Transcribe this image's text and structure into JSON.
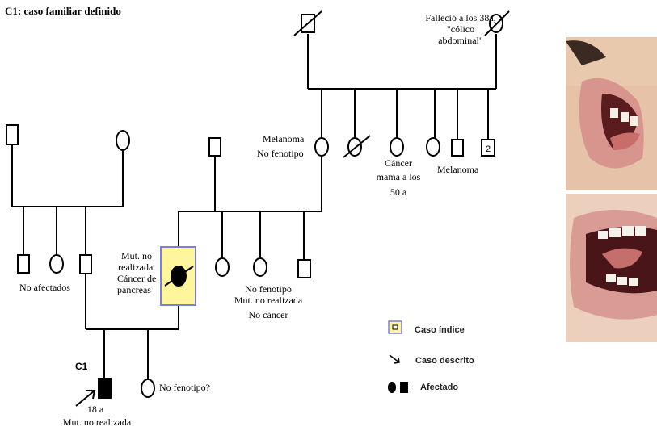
{
  "title": "C1: caso familiar definido",
  "labels": {
    "fallecio": "Falleció a los 38a,",
    "colico": "\"cólico",
    "abdominal": "abdominal\"",
    "melanoma_left": "Melanoma",
    "no_fenotipo_left": "No fenotipo",
    "cancer": "Cáncer",
    "mama": "mama a los",
    "cincuenta": "50 a",
    "melanoma_right": "Melanoma",
    "sibs_count": "2",
    "no_afectados": "No afectados",
    "mut_no": "Mut. no",
    "realizada": "realizada",
    "cancer_de": "Cáncer de",
    "pancreas": "pancreas",
    "no_fenotipo_mid": "No fenotipo",
    "mut_no_realizada_mid": "Mut. no realizada",
    "no_cancer": "No cáncer",
    "c1": "C1",
    "no_fenotipo_q": "No fenotipo?",
    "edad": "18 a",
    "mut_no_realizada_bottom": "Mut. no realizada"
  },
  "legend": {
    "caso_indice": "Caso índice",
    "caso_descrito": "Caso descrito",
    "afectado": "Afectado"
  },
  "colors": {
    "index_fill": "#fff59d",
    "index_border": "#7b7fd6",
    "line": "#000000"
  }
}
